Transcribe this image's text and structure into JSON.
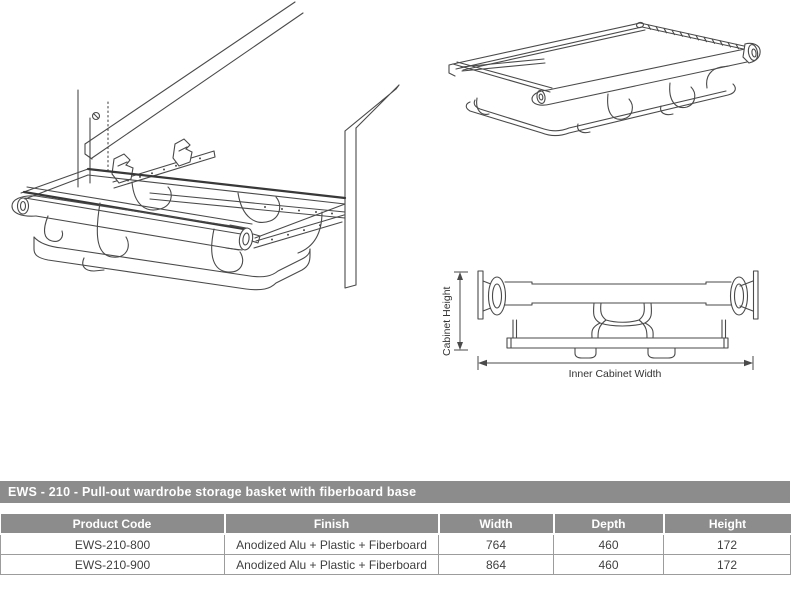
{
  "title_bar": {
    "text": "EWS - 210 - Pull-out wardrobe storage basket with fiberboard base"
  },
  "drawings": {
    "front": {
      "height_label": "Cabinet Height",
      "width_label": "Inner Cabinet Width"
    }
  },
  "spec_table": {
    "headers": [
      "Product Code",
      "Finish",
      "Width",
      "Depth",
      "Height"
    ],
    "rows": [
      [
        "EWS-210-800",
        "Anodized Alu + Plastic + Fiberboard",
        "764",
        "460",
        "172"
      ],
      [
        "EWS-210-900",
        "Anodized Alu + Plastic + Fiberboard",
        "864",
        "460",
        "172"
      ]
    ]
  },
  "colors": {
    "accent_gray": "#8c8c8c",
    "table_border": "#9c9c9c",
    "line_art": "#4a4a4a",
    "text_dark": "#3f3f3f"
  }
}
